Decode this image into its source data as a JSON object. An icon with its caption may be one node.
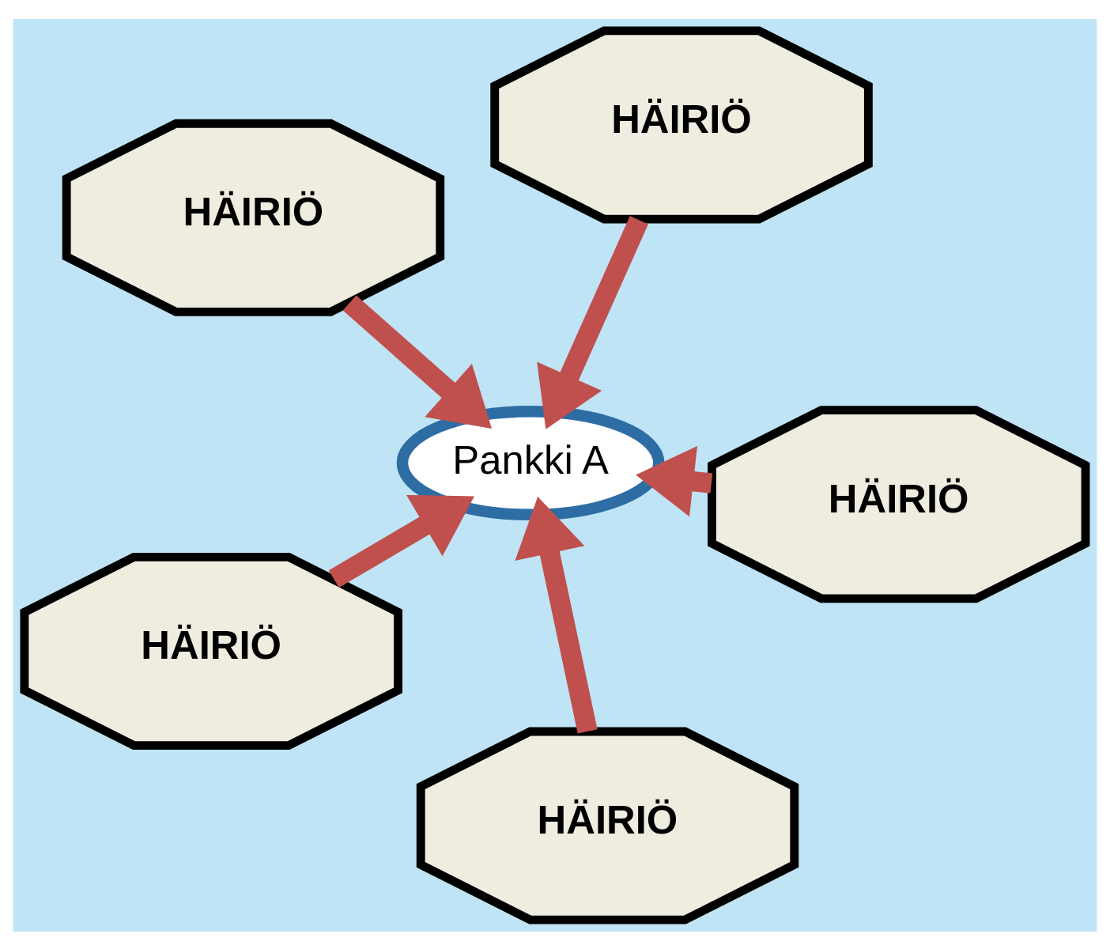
{
  "diagram": {
    "nodes": [
      {
        "text": [
          "HÄIRIÖ"
        ]
      },
      {
        "text": [
          "HÄIRIÖ"
        ]
      },
      {
        "text": [
          "HÄIRIÖ"
        ]
      },
      {
        "text": [
          "Pankki A"
        ]
      },
      {
        "text": [
          "HÄIRIÖ"
        ]
      },
      {
        "text": [
          "HÄIRIÖ"
        ]
      }
    ],
    "edges": [
      {
        "from": 0,
        "to": 3,
        "arrow": "to"
      },
      {
        "from": 1,
        "to": 3,
        "arrow": "to"
      },
      {
        "from": 2,
        "to": 3,
        "arrow": "to"
      },
      {
        "from": 4,
        "to": 3,
        "arrow": "to"
      },
      {
        "from": 5,
        "to": 3,
        "arrow": "to"
      }
    ]
  }
}
